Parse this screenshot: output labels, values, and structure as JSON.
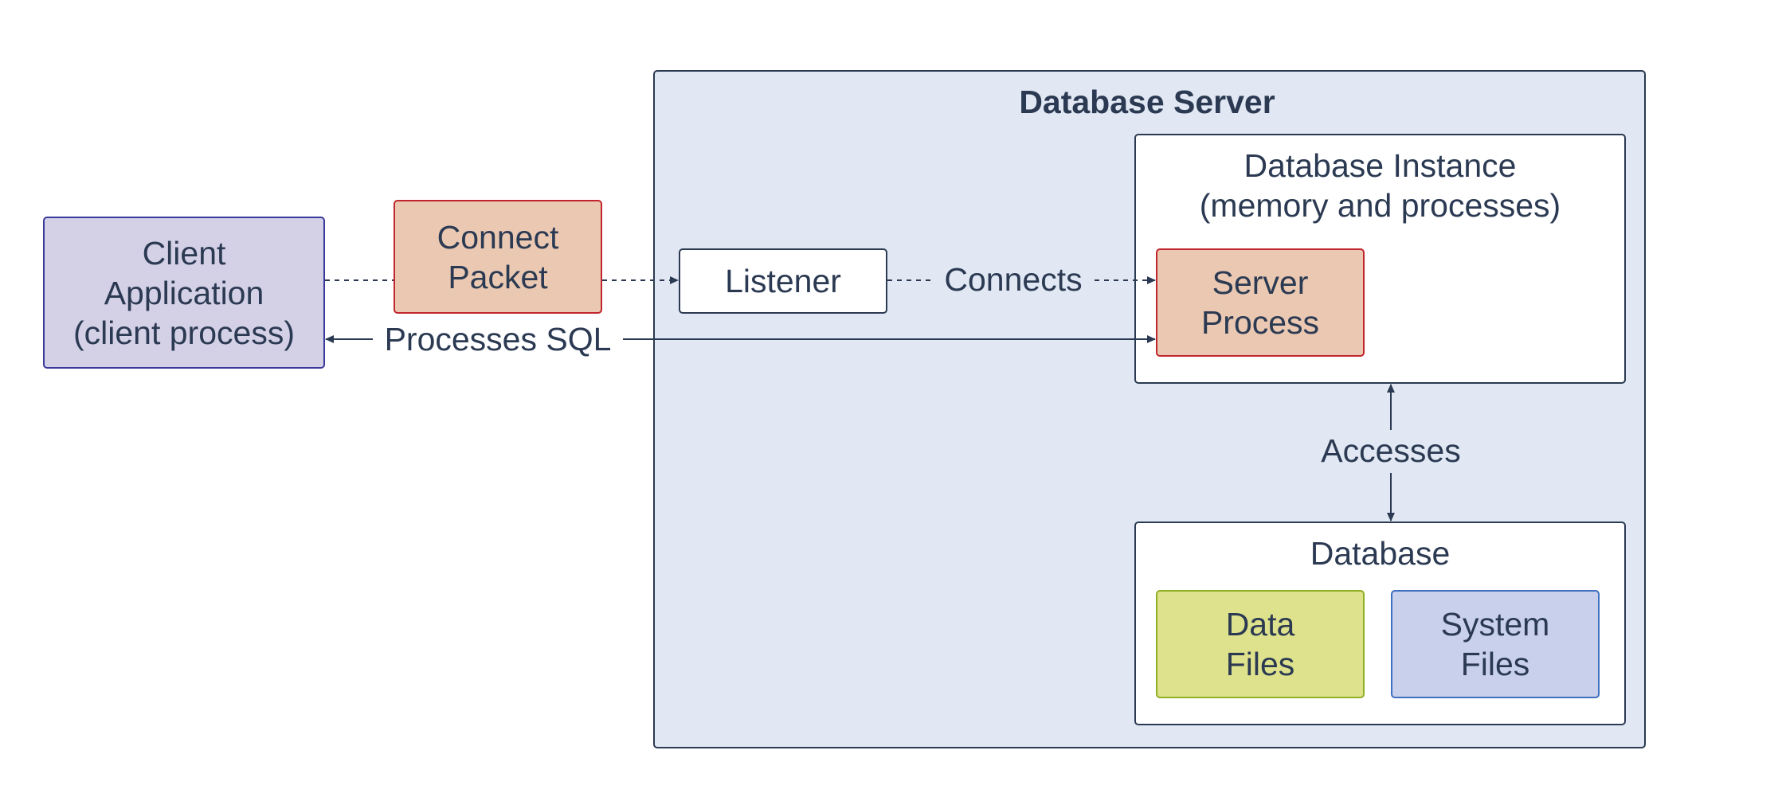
{
  "colors": {
    "ink": "#2b3a52",
    "server_fill": "#e1e8f3",
    "client_fill": "#d4d1e7",
    "client_border": "#3a3a9a",
    "peach_fill": "#eac8b2",
    "peach_border": "#c0262b",
    "data_fill": "#dee28c",
    "data_border": "#8fb023",
    "system_fill": "#c9d0eb",
    "system_border": "#3e6fc0"
  },
  "server": {
    "title": "Database Server"
  },
  "client": {
    "line1": "Client",
    "line2": "Application",
    "line3": "(client process)"
  },
  "packet": {
    "line1": "Connect",
    "line2": "Packet"
  },
  "listener": {
    "label": "Listener"
  },
  "instance": {
    "line1": "Database Instance",
    "line2": "(memory and processes)"
  },
  "server_process": {
    "line1": "Server",
    "line2": "Process"
  },
  "database": {
    "title": "Database"
  },
  "data_files": {
    "line1": "Data",
    "line2": "Files"
  },
  "system_files": {
    "line1": "System",
    "line2": "Files"
  },
  "edges": {
    "connects": "Connects",
    "processes_sql": "Processes SQL",
    "accesses": "Accesses"
  }
}
